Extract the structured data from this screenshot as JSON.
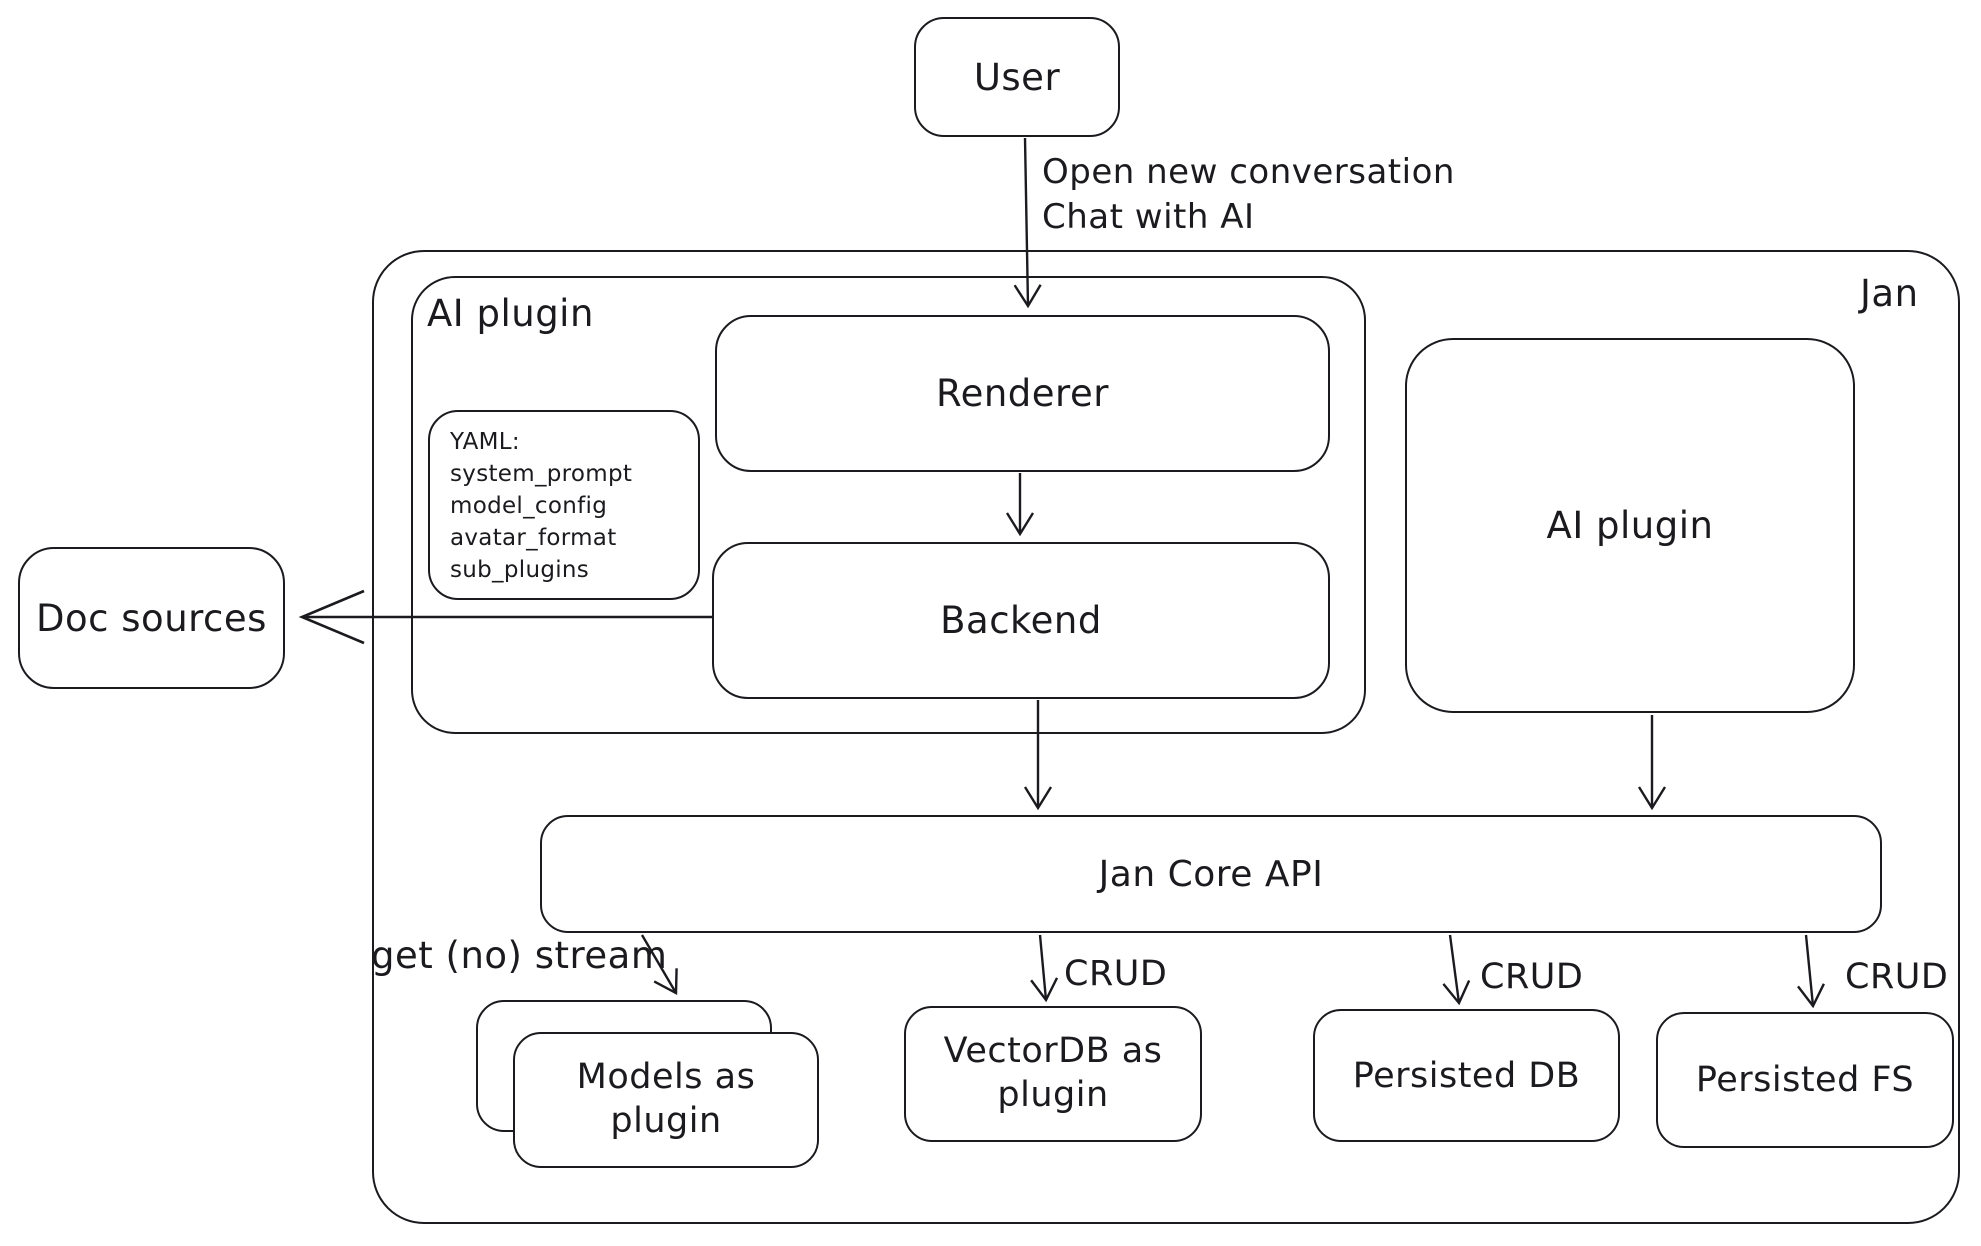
{
  "colors": {
    "stroke": "#1b1b1f",
    "background": "#ffffff"
  },
  "nodes": {
    "user": {
      "label": "User"
    },
    "jan": {
      "label": "Jan"
    },
    "ai_plugin_left": {
      "label": "AI plugin"
    },
    "yaml_note": {
      "lines": [
        "YAML:",
        "system_prompt",
        "model_config",
        "avatar_format",
        "sub_plugins"
      ]
    },
    "renderer": {
      "label": "Renderer"
    },
    "backend": {
      "label": "Backend"
    },
    "ai_plugin_right": {
      "label": "AI plugin"
    },
    "jan_core_api": {
      "label": "Jan Core API"
    },
    "doc_sources": {
      "label": "Doc sources"
    },
    "models_as_plugin": {
      "label": "Models as plugin"
    },
    "vectordb_as_plugin": {
      "label": "VectorDB as plugin"
    },
    "persisted_db": {
      "label": "Persisted DB"
    },
    "persisted_fs": {
      "label": "Persisted FS"
    }
  },
  "edge_labels": {
    "user_to_renderer_line1": "Open new conversation",
    "user_to_renderer_line2": "Chat with AI",
    "core_to_models": "get (no) stream",
    "core_to_vectordb": "CRUD",
    "core_to_persisted_db": "CRUD",
    "core_to_persisted_fs": "CRUD"
  },
  "edges": [
    {
      "from": "user",
      "to": "renderer",
      "label_ref": "user_to_renderer"
    },
    {
      "from": "renderer",
      "to": "backend",
      "label_ref": ""
    },
    {
      "from": "backend",
      "to": "jan_core_api",
      "label_ref": ""
    },
    {
      "from": "ai_plugin_right",
      "to": "jan_core_api",
      "label_ref": ""
    },
    {
      "from": "backend",
      "to": "doc_sources",
      "label_ref": ""
    },
    {
      "from": "jan_core_api",
      "to": "models_as_plugin",
      "label_ref": "core_to_models"
    },
    {
      "from": "jan_core_api",
      "to": "vectordb_as_plugin",
      "label_ref": "core_to_vectordb"
    },
    {
      "from": "jan_core_api",
      "to": "persisted_db",
      "label_ref": "core_to_persisted_db"
    },
    {
      "from": "jan_core_api",
      "to": "persisted_fs",
      "label_ref": "core_to_persisted_fs"
    }
  ]
}
